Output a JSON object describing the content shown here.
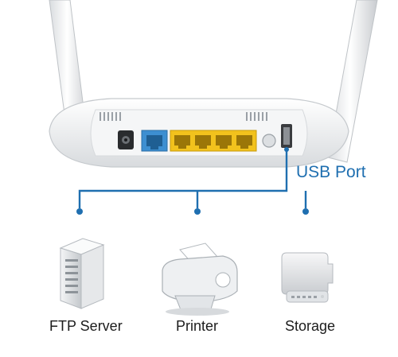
{
  "callout": {
    "usb_port_label": "USB Port"
  },
  "devices": [
    {
      "label": "FTP Server",
      "icon": "ftp-server-icon"
    },
    {
      "label": "Printer",
      "icon": "printer-icon"
    },
    {
      "label": "Storage",
      "icon": "storage-icon"
    }
  ],
  "colors": {
    "connector_line": "#1f6fb0",
    "wan_port": "#3d8fd1",
    "lan_ports": "#f2c21d",
    "router_body": "#eef0f2"
  }
}
